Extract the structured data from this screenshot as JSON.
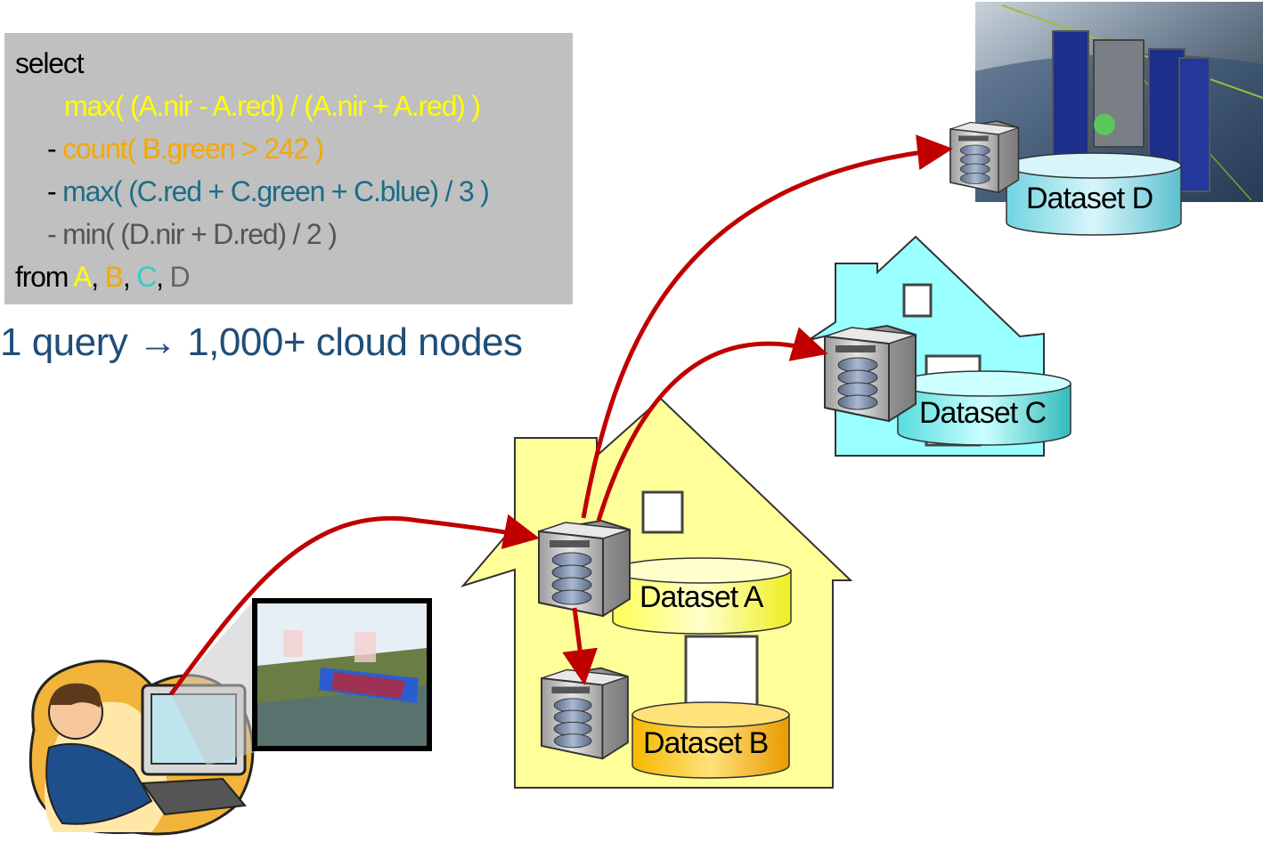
{
  "query": {
    "select_kw": "select",
    "line_a": "max( (A.nir - A.red) / (A.nir + A.red) )",
    "dash_b": "- ",
    "line_b": "count( B.green > 242 )",
    "dash_c": "- ",
    "line_c": "max( (C.red + C.green + C.blue) / 3 )",
    "line_d": "- min( (D.nir + D.red) / 2 )",
    "from_kw": "from ",
    "from_a": "A",
    "sep1": ", ",
    "from_b": "B",
    "sep2": ", ",
    "from_c": "C",
    "sep3": ", ",
    "from_d": "D"
  },
  "caption": "1 query → 1,000+ cloud nodes",
  "datasets": {
    "a": "Dataset A",
    "b": "Dataset B",
    "c": "Dataset  C",
    "d": "Dataset D"
  },
  "colors": {
    "dataset_a": "#ffff00",
    "dataset_b": "#f5a800",
    "dataset_c": "#33cccc",
    "dataset_d": "#7f7f7f",
    "arrow": "#c00000",
    "caption": "#1f4e79",
    "house_a": "#ffff99",
    "house_c": "#99ffff"
  }
}
